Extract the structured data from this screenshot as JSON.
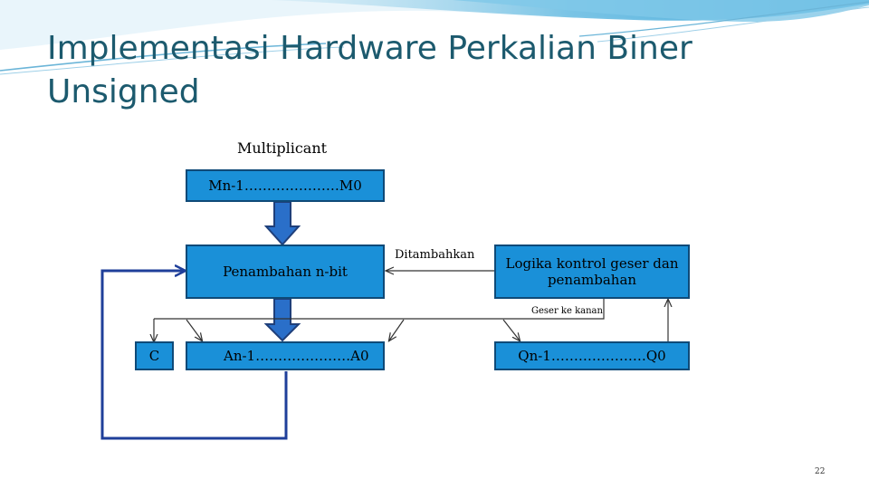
{
  "slide": {
    "title_line1": "Implementasi Hardware Perkalian Biner",
    "title_line2": "Unsigned",
    "page_number": "22"
  },
  "diagram": {
    "multiplicand_label": "Multiplicant",
    "multiplicand_register": "Mn-1…………………M0",
    "adder": "Penambahan n-bit",
    "added_label": "Ditambahkan",
    "control": "Logika kontrol geser dan penambahan",
    "shift_label": "Geser ke kanan",
    "carry": "C",
    "a_register": "An-1…………………A0",
    "q_register": "Qn-1…………………Q0"
  },
  "colors": {
    "title": "#1c5a6e",
    "box_fill": "#1a90d8",
    "box_border": "#0f4a78",
    "arrow_fill": "#2a6fc9",
    "arrow_border": "#1f3f7a",
    "feedback_line": "#1f3f9a"
  }
}
